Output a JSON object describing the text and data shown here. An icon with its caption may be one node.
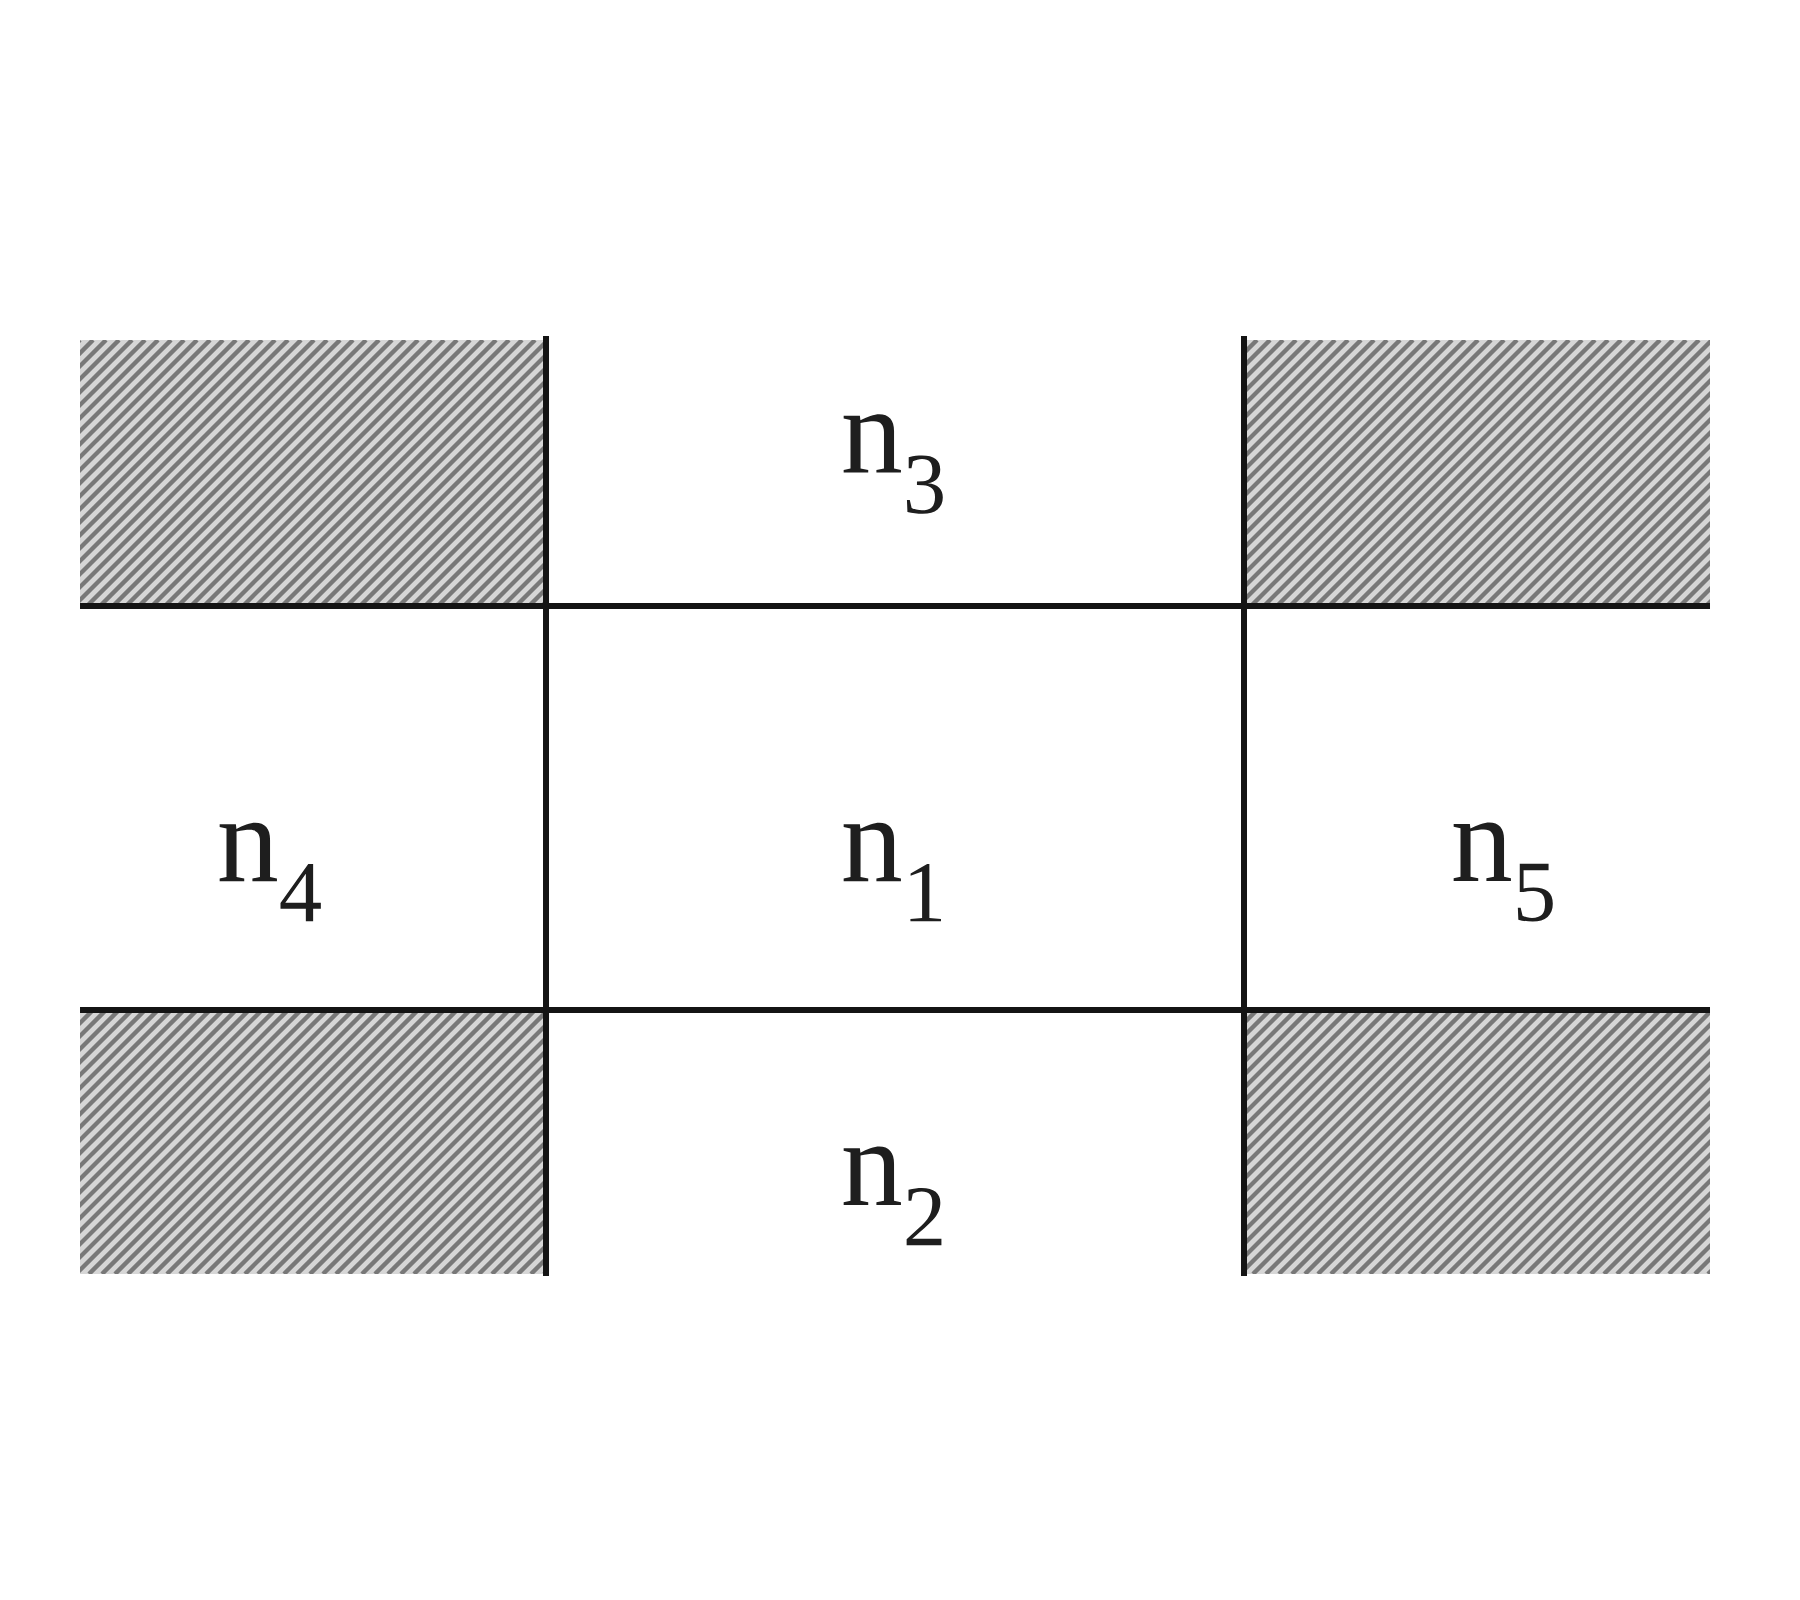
{
  "diagram": {
    "labels": [
      "n$_{3}$",
      "n$_{4}$",
      "n$_{1}$",
      "n$_{5}$",
      "n$_{2}$"
    ]
  }
}
